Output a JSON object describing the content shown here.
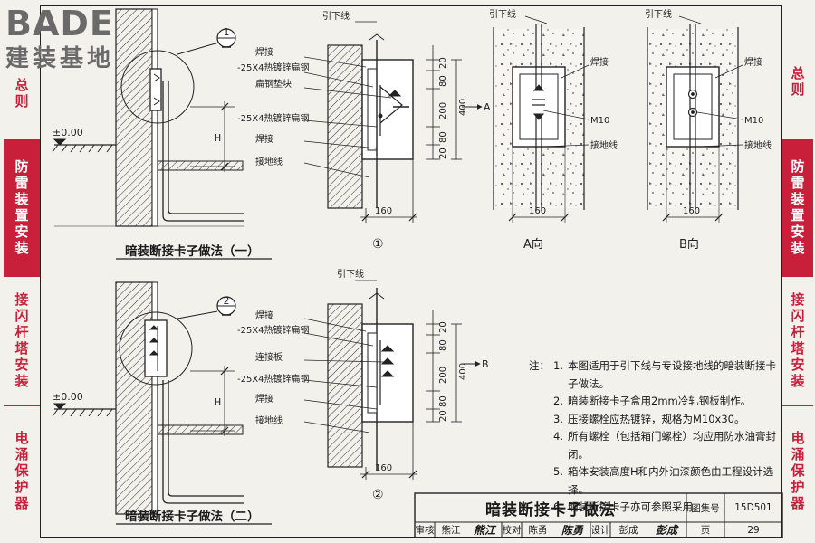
{
  "brand": {
    "logo": "BADE",
    "subtitle": "建装基地"
  },
  "side_nav": {
    "left": [
      {
        "label": "总则",
        "active": false
      },
      {
        "label": "防雷装置安装",
        "active": true
      },
      {
        "label": "接闪杆塔安装",
        "active": false
      },
      {
        "label": "电涌保护器",
        "active": false
      }
    ],
    "right": [
      {
        "label": "总则",
        "active": false
      },
      {
        "label": "防雷装置安装",
        "active": true
      },
      {
        "label": "接闪杆塔安装",
        "active": false
      },
      {
        "label": "电涌保护器",
        "active": false
      }
    ]
  },
  "detail_one": {
    "caption": "暗装断接卡子做法（一）",
    "callout_number": "1",
    "level": "±0.00",
    "height_mark": "H",
    "section_number": "①",
    "labels": {
      "weld_top": "焊接",
      "flat_steel_top": "-25X4热镀锌扁钢",
      "flat_steel_pad": "扁钢垫块",
      "flat_steel_bottom": "-25X4热镀锌扁钢",
      "weld_bottom": "焊接",
      "ground_wire": "接地线",
      "down_conductor": "引下线"
    },
    "dims": {
      "d1": "20",
      "d2": "80",
      "d3": "200",
      "d4": "80",
      "d5": "20",
      "total": "400",
      "width": "160"
    },
    "view_mark": "A"
  },
  "detail_two": {
    "caption": "暗装断接卡子做法（二）",
    "callout_number": "2",
    "level": "±0.00",
    "height_mark": "H",
    "section_number": "②",
    "labels": {
      "down_conductor": "引下线",
      "weld_top": "焊接",
      "flat_steel_top": "-25X4热镀锌扁钢",
      "connector": "连接板",
      "flat_steel_bottom": "-25X4热镀锌扁钢",
      "weld_bottom": "焊接",
      "ground_wire": "接地线"
    },
    "dims": {
      "d1": "20",
      "d2": "80",
      "d3": "200",
      "d4": "80",
      "d5": "20",
      "total": "400",
      "width": "160"
    },
    "view_mark": "B"
  },
  "view_a": {
    "caption": "A向",
    "down_conductor": "引下线",
    "weld": "焊接",
    "bolt": "M10",
    "ground_wire": "接地线",
    "width": "160"
  },
  "view_b": {
    "caption": "B向",
    "down_conductor": "引下线",
    "weld": "焊接",
    "bolt": "M10",
    "ground_wire": "接地线",
    "width": "160"
  },
  "notes": {
    "lead": "注：",
    "items": [
      {
        "n": "1.",
        "text": "本图适用于引下线与专设接地线的暗装断接卡子做法。"
      },
      {
        "n": "2.",
        "text": "暗装断接卡子盒用2mm冷轧钢板制作。"
      },
      {
        "n": "3.",
        "text": "压接螺栓应热镀锌，规格为M10x30。"
      },
      {
        "n": "4.",
        "text": "所有螺栓（包括箱门螺栓）均应用防水油膏封闭。"
      },
      {
        "n": "5.",
        "text": "箱体安装高度H和内外油漆颜色由工程设计选择。"
      },
      {
        "n": "6.",
        "text": "明装断接卡子亦可参照采用。"
      }
    ]
  },
  "title_block": {
    "title": "暗装断接卡子做法",
    "atlas_label": "图集号",
    "atlas_no": "15D501",
    "review_label": "审核",
    "reviewer": "熊江",
    "reviewer_sig": "熊江",
    "check_label": "校对",
    "checker": "陈勇",
    "checker_sig": "陈勇",
    "design_label": "设计",
    "designer": "彭成",
    "designer_sig": "彭成",
    "page_label": "页",
    "page_no": "29"
  }
}
